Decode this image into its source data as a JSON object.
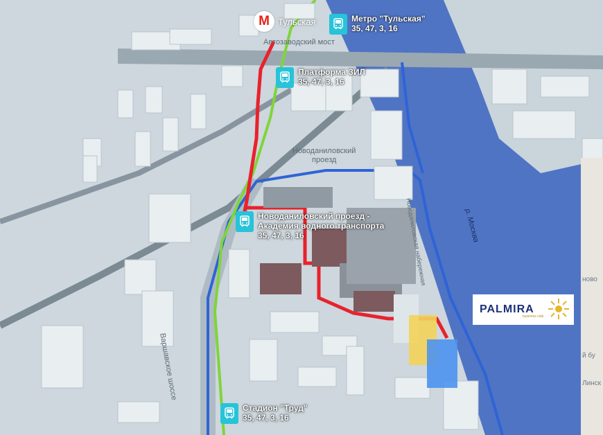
{
  "map": {
    "metro": {
      "symbol": "М",
      "label": "Тульская"
    },
    "bridge_label": "Автозаводский мост",
    "street_labels": {
      "novodanilovsky_proezd": [
        "Новоданиловский",
        "проезд"
      ],
      "varshavskoe": "Варшавское шоссе",
      "embankment": "Новоданиловская набережная",
      "river": "р. Москва"
    },
    "stops": [
      {
        "id": "metro-tulskaya",
        "name": "Метро \"Тульская\"",
        "routes": "35, 47, 3, 16"
      },
      {
        "id": "platforma-zil",
        "name": "Платформа ЗИЛ",
        "routes": "35, 47, 3, 16"
      },
      {
        "id": "akademiya",
        "name_lines": [
          "Новоданиловский проезд -",
          "Академия водного транспорта"
        ],
        "routes": "35, 47, 3, 16"
      },
      {
        "id": "stadion-trud",
        "name": "Стадион \"Труд\"",
        "routes": "35, 47, 3, 16"
      }
    ],
    "logo": {
      "name": "PALMIRA",
      "subtitle": "business club"
    },
    "inset_fragments": [
      "ново",
      "й бу",
      "Линск"
    ],
    "icons": {
      "stop": "tram-icon",
      "metro": "metro-icon",
      "logo": "sun-icon"
    },
    "colors": {
      "river": "#4f74c4",
      "route_red": "#e8222c",
      "route_green": "#7fd53a",
      "route_blue": "#2f63d6",
      "stop_icon": "#27c3d9",
      "building": "#e9eef1",
      "target_building_yellow": "#f3d35a",
      "target_building_blue": "#4d93f0"
    }
  }
}
